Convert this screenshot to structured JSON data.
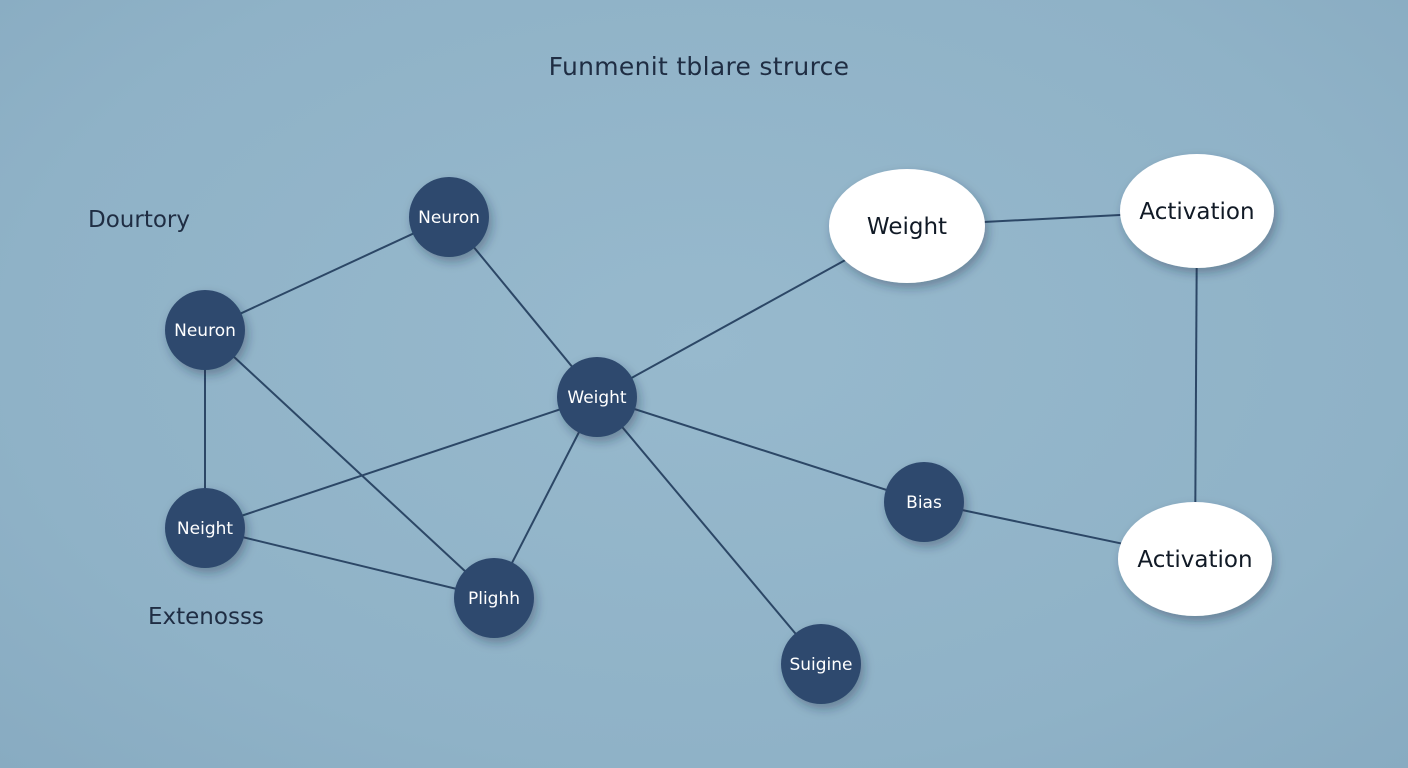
{
  "title": "Funmenit tblare strurce",
  "side_labels": {
    "dourtory": "Dourtory",
    "extenosss": "Extenosss"
  },
  "nodes": [
    {
      "id": "neuron_top",
      "label": "Neuron",
      "style": "dark"
    },
    {
      "id": "neuron_left",
      "label": "Neuron",
      "style": "dark"
    },
    {
      "id": "neight",
      "label": "Neight",
      "style": "dark"
    },
    {
      "id": "plighh",
      "label": "Plighh",
      "style": "dark"
    },
    {
      "id": "weight_center",
      "label": "Weight",
      "style": "dark"
    },
    {
      "id": "suigine",
      "label": "Suigine",
      "style": "dark"
    },
    {
      "id": "bias",
      "label": "Bias",
      "style": "dark"
    },
    {
      "id": "weight_oval",
      "label": "Weight",
      "style": "light"
    },
    {
      "id": "activation_top",
      "label": "Activation",
      "style": "light"
    },
    {
      "id": "activation_bottom",
      "label": "Activation",
      "style": "light"
    }
  ],
  "edges": [
    [
      "neuron_top",
      "neuron_left"
    ],
    [
      "neuron_top",
      "weight_center"
    ],
    [
      "neuron_left",
      "neight"
    ],
    [
      "neuron_left",
      "plighh"
    ],
    [
      "neight",
      "weight_center"
    ],
    [
      "neight",
      "plighh"
    ],
    [
      "plighh",
      "weight_center"
    ],
    [
      "weight_center",
      "weight_oval"
    ],
    [
      "weight_center",
      "bias"
    ],
    [
      "weight_center",
      "suigine"
    ],
    [
      "weight_oval",
      "activation_top"
    ],
    [
      "activation_top",
      "activation_bottom"
    ],
    [
      "bias",
      "activation_bottom"
    ]
  ],
  "colors": {
    "background": "#93b6ca",
    "dark_node": "#2e4a6e",
    "light_node": "#ffffff",
    "edge": "#2c4766",
    "text": "#1f2d43"
  }
}
